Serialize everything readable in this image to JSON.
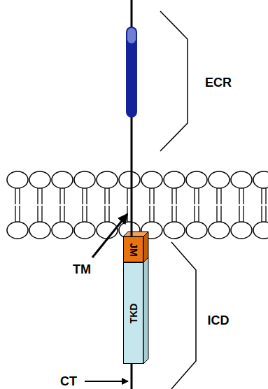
{
  "diagram": {
    "nodes": [
      {
        "text": [
          "JM"
        ]
      },
      {
        "text": [
          "TKD"
        ]
      }
    ],
    "labels": [
      "ECR",
      "TM",
      "ICD",
      "CT"
    ]
  }
}
